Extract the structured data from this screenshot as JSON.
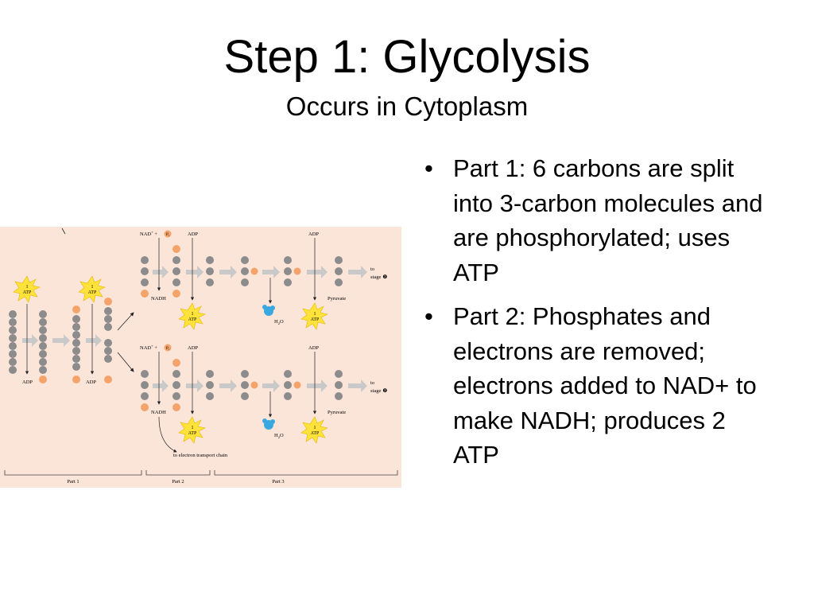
{
  "slide": {
    "title": "Step 1: Glycolysis",
    "subtitle": "Occurs in Cytoplasm"
  },
  "bullets": [
    {
      "marker": "•",
      "text": "Part 1: 6 carbons are split into 3-carbon molecules and are phosphorylated; uses ATP"
    },
    {
      "marker": "•",
      "text": "Part 2: Phosphates and electrons are removed; electrons added to NAD+ to make NADH; produces 2 ATP"
    }
  ],
  "diagram": {
    "background_color": "#fbe4d8",
    "atp_top": "1",
    "atp_bottom": "ATP",
    "adp": "ADP",
    "nad_plus": "NAD",
    "plus_sign": "+",
    "sup_plus": "+",
    "pi_p": "P",
    "pi_i": "i",
    "nadh": "NADH",
    "h2o_h": "H",
    "h2o_2": "2",
    "h2o_o": "O",
    "pyruvate": "Pyruvate",
    "to": "to",
    "stage": "stage",
    "stage_num": "❷",
    "to_etc": "to electron transport chain",
    "part1": "Part 1",
    "part2": "Part 2",
    "part3": "Part 3",
    "colors": {
      "carbon": "#8c8c8c",
      "phosphate": "#f4a46a",
      "atp_star": "#ffe23a",
      "water": "#3aa8e0",
      "arrow": "#c9c9c9"
    }
  }
}
